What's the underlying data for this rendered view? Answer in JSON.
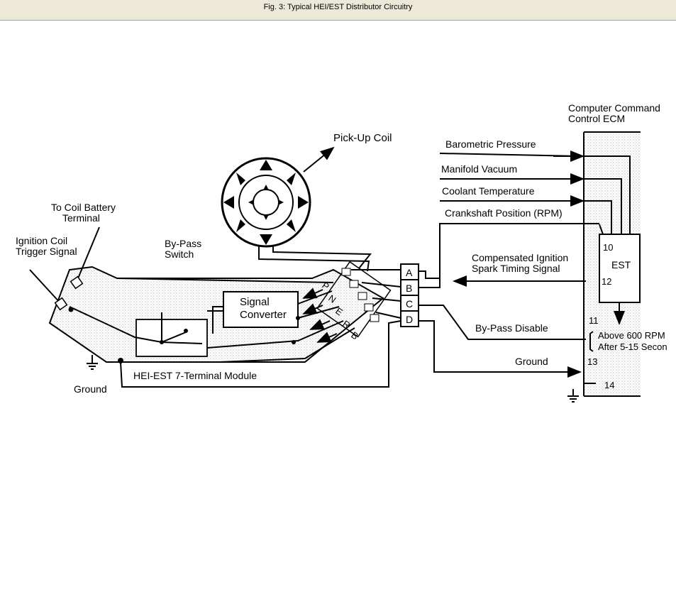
{
  "window": {
    "title": "Fig. 3: Typical HEI/EST Distributor Circuitry"
  },
  "labels": {
    "pickup_coil": "Pick-Up Coil",
    "to_coil_battery_1": "To Coil Battery",
    "to_coil_battery_2": "Terminal",
    "ignition_coil_1": "Ignition Coil",
    "ignition_coil_2": "Trigger Signal",
    "bypass_switch_1": "By-Pass",
    "bypass_switch_2": "Switch",
    "signal_converter_1": "Signal",
    "signal_converter_2": "Converter",
    "module": "HEI-EST 7-Terminal Module",
    "ground_left": "Ground",
    "ecm_1": "Computer Command",
    "ecm_2": "Control ECM",
    "barometric": "Barometric Pressure",
    "manifold": "Manifold Vacuum",
    "coolant": "Coolant Temperature",
    "crankshaft": "Crankshaft Position (RPM)",
    "compensated_1": "Compensated Ignition",
    "compensated_2": "Spark Timing Signal",
    "bypass_disable": "By-Pass Disable",
    "ground_right": "Ground",
    "est": "EST",
    "pin10": "10",
    "pin11": "11",
    "pin12": "12",
    "pin13": "13",
    "pin14": "14",
    "above_rpm": "Above 600 RPM",
    "after_sec": "After 5-15 Secon",
    "conn_a": "A",
    "conn_b": "B",
    "conn_c": "C",
    "conn_d": "D",
    "term_p": "P",
    "term_n": "N",
    "term_e": "E",
    "term_r": "R",
    "term_b": "B"
  }
}
